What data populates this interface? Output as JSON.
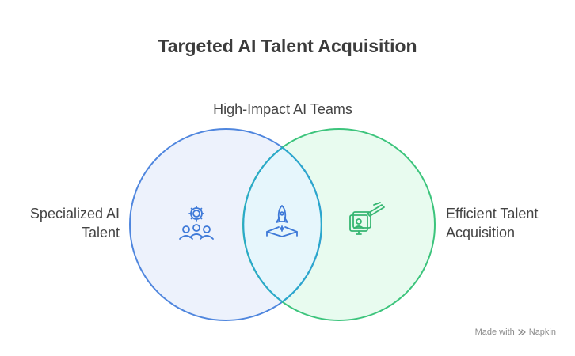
{
  "title": "Targeted AI Talent Acquisition",
  "sets": [
    {
      "id": "left",
      "label_lines": [
        "Specialized AI",
        "Talent"
      ],
      "icon": "team-gear-icon",
      "fill": "#edf2fc",
      "stroke": "#4f86de"
    },
    {
      "id": "right",
      "label_lines": [
        "Efficient Talent",
        "Acquisition"
      ],
      "icon": "screen-user-pen-icon",
      "fill": "#e8fbef",
      "stroke": "#3cc47c"
    }
  ],
  "intersection": {
    "label": "High-Impact AI Teams",
    "icon": "rocket-launch-icon",
    "fill": "#e6f6fc",
    "stroke": "#2aa8cc"
  },
  "watermark": {
    "prefix": "Made with",
    "brand": "Napkin"
  }
}
